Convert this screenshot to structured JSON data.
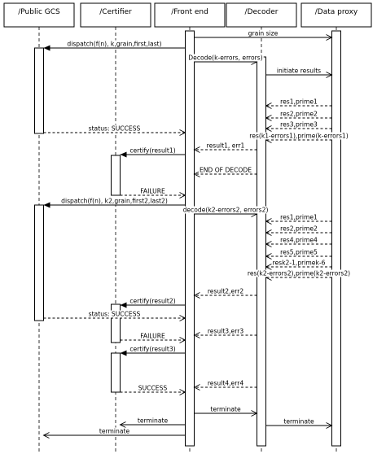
{
  "participants": [
    {
      "id": "gcs",
      "label": "/Public GCS"
    },
    {
      "id": "cert",
      "label": "/Certifier"
    },
    {
      "id": "front",
      "label": "/Front end"
    },
    {
      "id": "dec",
      "label": "/Decoder"
    },
    {
      "id": "proxy",
      "label": "/Data proxy"
    }
  ],
  "activations": [
    {
      "participant": "gcs",
      "from": 1,
      "to": 5
    },
    {
      "participant": "gcs",
      "from": 12,
      "to": 25
    },
    {
      "participant": "cert",
      "from": 8,
      "to": 11
    },
    {
      "participant": "cert",
      "from": 24,
      "to": 26
    },
    {
      "participant": "cert",
      "from": 28,
      "to": 30
    },
    {
      "participant": "front",
      "from": 0,
      "to": 35
    },
    {
      "participant": "dec",
      "from": 2,
      "to": 35
    },
    {
      "participant": "proxy",
      "from": 0,
      "to": 35
    }
  ],
  "messages": [
    {
      "from": "front",
      "to": "proxy",
      "label": "grain size",
      "style": "open",
      "dashed": false
    },
    {
      "from": "front",
      "to": "gcs",
      "label": "dispatch(f(n), k,grain,first,last)",
      "style": "filled",
      "dashed": false
    },
    {
      "from": "front",
      "to": "dec",
      "label": "Decode(k-errors, errors)",
      "style": "open",
      "dashed": false
    },
    {
      "from": "dec",
      "to": "proxy",
      "label": "initiate results",
      "style": "open",
      "dashed": false
    },
    {
      "from": "proxy",
      "to": "dec",
      "label": "res1,prime1",
      "style": "open",
      "dashed": true
    },
    {
      "from": "proxy",
      "to": "dec",
      "label": "res2,prime2",
      "style": "open",
      "dashed": true
    },
    {
      "from": "gcs",
      "to": "front",
      "label": "status: SUCCESS",
      "style": "open",
      "dashed": true
    },
    {
      "from": "proxy",
      "to": "dec",
      "label": "res3,prime3",
      "style": "open",
      "dashed": true
    },
    {
      "from": "proxy",
      "to": "dec",
      "label": "res(k1-errors1),prime(k-errors1)",
      "style": "open",
      "dashed": true
    },
    {
      "from": "dec",
      "to": "front",
      "label": "result1, err1",
      "style": "open",
      "dashed": true
    },
    {
      "from": "front",
      "to": "cert",
      "label": "certify(result1)",
      "style": "filled",
      "dashed": false
    },
    {
      "from": "dec",
      "to": "front",
      "label": "END OF DECODE",
      "style": "open",
      "dashed": true
    },
    {
      "from": "cert",
      "to": "front",
      "label": "FAILURE",
      "style": "open",
      "dashed": true
    },
    {
      "from": "front",
      "to": "gcs",
      "label": "dispatch(f(n), k2,grain,first2,last2)",
      "style": "filled",
      "dashed": false
    },
    {
      "from": "front",
      "to": "dec",
      "label": "decode(k2-errors2, errors2)",
      "style": "open",
      "dashed": false
    },
    {
      "from": "proxy",
      "to": "dec",
      "label": "res1,prime1",
      "style": "open",
      "dashed": true
    },
    {
      "from": "proxy",
      "to": "dec",
      "label": "res2,prime2",
      "style": "open",
      "dashed": true
    },
    {
      "from": "proxy",
      "to": "dec",
      "label": "res4,prime4",
      "style": "open",
      "dashed": true
    },
    {
      "from": "proxy",
      "to": "dec",
      "label": "res5,prime5",
      "style": "open",
      "dashed": true
    },
    {
      "from": "proxy",
      "to": "dec",
      "label": "resk2-1,primek-6",
      "style": "open",
      "dashed": true
    },
    {
      "from": "proxy",
      "to": "dec",
      "label": "res(k2-errors2),prime(k2-errors2)",
      "style": "open",
      "dashed": true
    },
    {
      "from": "dec",
      "to": "front",
      "label": "result2,err2",
      "style": "open",
      "dashed": true
    },
    {
      "from": "front",
      "to": "cert",
      "label": "certify(result2)",
      "style": "filled",
      "dashed": false
    },
    {
      "from": "gcs",
      "to": "front",
      "label": "status: SUCCESS",
      "style": "open",
      "dashed": true
    },
    {
      "from": "dec",
      "to": "front",
      "label": "result3,err3",
      "style": "open",
      "dashed": true
    },
    {
      "from": "cert",
      "to": "front",
      "label": "FAILURE",
      "style": "open",
      "dashed": true
    },
    {
      "from": "front",
      "to": "cert",
      "label": "certify(result3)",
      "style": "filled",
      "dashed": false
    },
    {
      "from": "dec",
      "to": "front",
      "label": "result4,err4",
      "style": "open",
      "dashed": true
    },
    {
      "from": "cert",
      "to": "front",
      "label": "SUCCESS",
      "style": "open",
      "dashed": true
    },
    {
      "from": "front",
      "to": "dec",
      "label": "terminate",
      "style": "open",
      "dashed": false
    },
    {
      "from": "front",
      "to": "cert",
      "label": "terminate",
      "style": "open",
      "dashed": false
    },
    {
      "from": "dec",
      "to": "proxy",
      "label": "terminate",
      "style": "open",
      "dashed": false
    },
    {
      "from": "front",
      "to": "gcs",
      "label": "terminate",
      "style": "open",
      "dashed": false
    }
  ]
}
